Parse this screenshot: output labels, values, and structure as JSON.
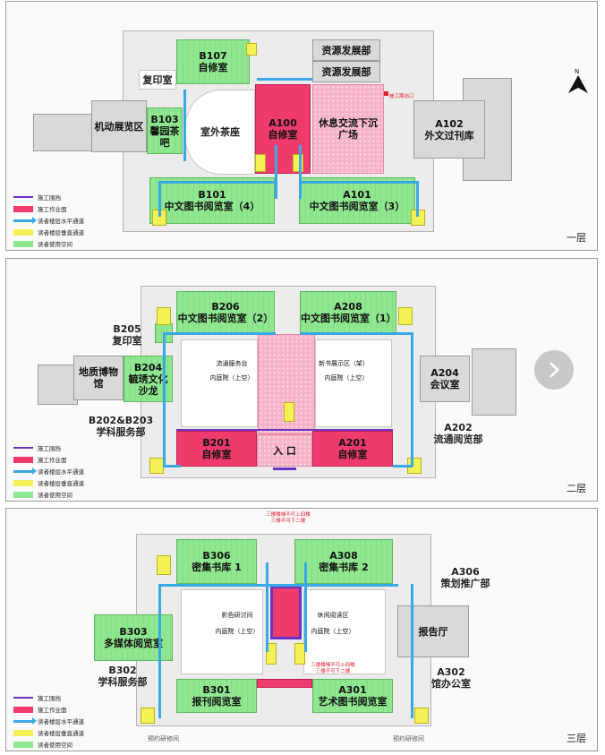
{
  "legend": {
    "construction_fence": "施工围挡",
    "work_area_1": "施工作业面",
    "work_area_2": "施工作业面",
    "horizontal_route": "读者楼层水平通道",
    "vertical_route": "读者楼层垂直通道",
    "reader_space": "读者使用空间"
  },
  "colors": {
    "reader_space": "#8fe88f",
    "work_area": "#ef3b6b",
    "vertical_route": "#f4f156",
    "horizontal_route": "#39a9e6",
    "fence": "#6a33c8"
  },
  "compass_label": "N",
  "floor1": {
    "label": "一层",
    "b107": {
      "code": "B107",
      "name": "自修室"
    },
    "fuyin": "复印室",
    "ziyuan1": "资源发展部",
    "ziyuan2": "资源发展部",
    "jidong": "机动展览区",
    "b103": {
      "code": "B103",
      "name": "馨园茶吧"
    },
    "shiwai": "室外茶座",
    "a100": {
      "code": "A100",
      "name": "自修室"
    },
    "xiuxi": {
      "line1": "休息交流下沉",
      "line2": "广场"
    },
    "a102": {
      "code": "A102",
      "name": "外文过刊库"
    },
    "b101": {
      "code": "B101",
      "name": "中文图书阅览室（4）"
    },
    "a101": {
      "code": "A101",
      "name": "中文图书阅览室（3）"
    },
    "exit_note": "施工期出口"
  },
  "floor2": {
    "label": "二层",
    "b206": {
      "code": "B206",
      "name": "中文图书阅览室（2）"
    },
    "a208": {
      "code": "A208",
      "name": "中文图书阅览室（1）"
    },
    "b205": {
      "code": "B205",
      "name": "复印室"
    },
    "dizhi": "地质博物馆",
    "b204": {
      "code": "B204",
      "name": "毓琇文化沙龙"
    },
    "liutong": "流通服务台",
    "xinshu": "新书展示区（架）",
    "neiting_l": "内庭院（上空）",
    "neiting_r": "内庭院（上空）",
    "a204": {
      "code": "A204",
      "name": "会议室"
    },
    "b202": {
      "code": "B202&B203",
      "name": "学科服务部"
    },
    "a202": {
      "code": "A202",
      "name": "流通阅览部"
    },
    "b201": {
      "code": "B201",
      "name": "自修室"
    },
    "a201": {
      "code": "A201",
      "name": "自修室"
    },
    "entrance": "入 口"
  },
  "floor3": {
    "label": "三层",
    "b306": {
      "code": "B306",
      "name": "密集书库 1"
    },
    "a308": {
      "code": "A308",
      "name": "密集书库 2"
    },
    "a306": {
      "code": "A306",
      "name": "策划推广部"
    },
    "b303": {
      "code": "B303",
      "name": "多媒体阅览室"
    },
    "yingse": "影色研讨间",
    "xiuxian": "休闲阅读区",
    "neiting_l": "内庭院（上空）",
    "neiting_r": "内庭院（上空）",
    "baogao": "报告厅",
    "b302": {
      "code": "B302",
      "name": "学科服务部"
    },
    "a302": {
      "code": "A302",
      "name": "馆办公室"
    },
    "b301": {
      "code": "B301",
      "name": "报刊阅览室"
    },
    "a301": {
      "code": "A301",
      "name": "艺术图书阅览室"
    },
    "yuyue_l": "预约研修间",
    "yuyue_r": "预约研修间",
    "note_top_1": "三楼楼梯不可上四楼",
    "note_top_2": "三楼不可下二楼",
    "note_bottom_1": "三楼楼梯不可上四楼",
    "note_bottom_2": "三楼不可下二楼"
  }
}
